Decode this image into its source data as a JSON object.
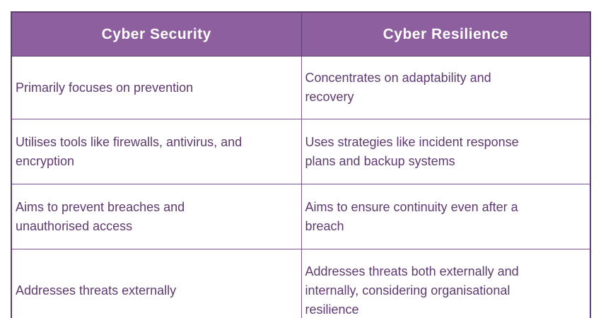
{
  "table": {
    "headers": [
      "Cyber Security",
      "Cyber Resilience"
    ],
    "rows": [
      [
        "Primarily focuses on prevention",
        "Concentrates on adaptability and\nrecovery"
      ],
      [
        "Utilises tools like firewalls, antivirus, and\nencryption",
        "Uses strategies like incident response\nplans and backup systems"
      ],
      [
        "Aims to prevent breaches and\nunauthorised access",
        "Aims to ensure continuity even after a\nbreach"
      ],
      [
        "Addresses threats externally",
        "Addresses threats both externally and\ninternally, considering organisational\nresilience"
      ]
    ],
    "colors": {
      "header_bg": "#8d5f9e",
      "header_text": "#ffffff",
      "body_text": "#5f3a70",
      "border_outer": "#5e3d71",
      "border_inner": "#7d5694",
      "page_bg": "#ffffff"
    }
  }
}
